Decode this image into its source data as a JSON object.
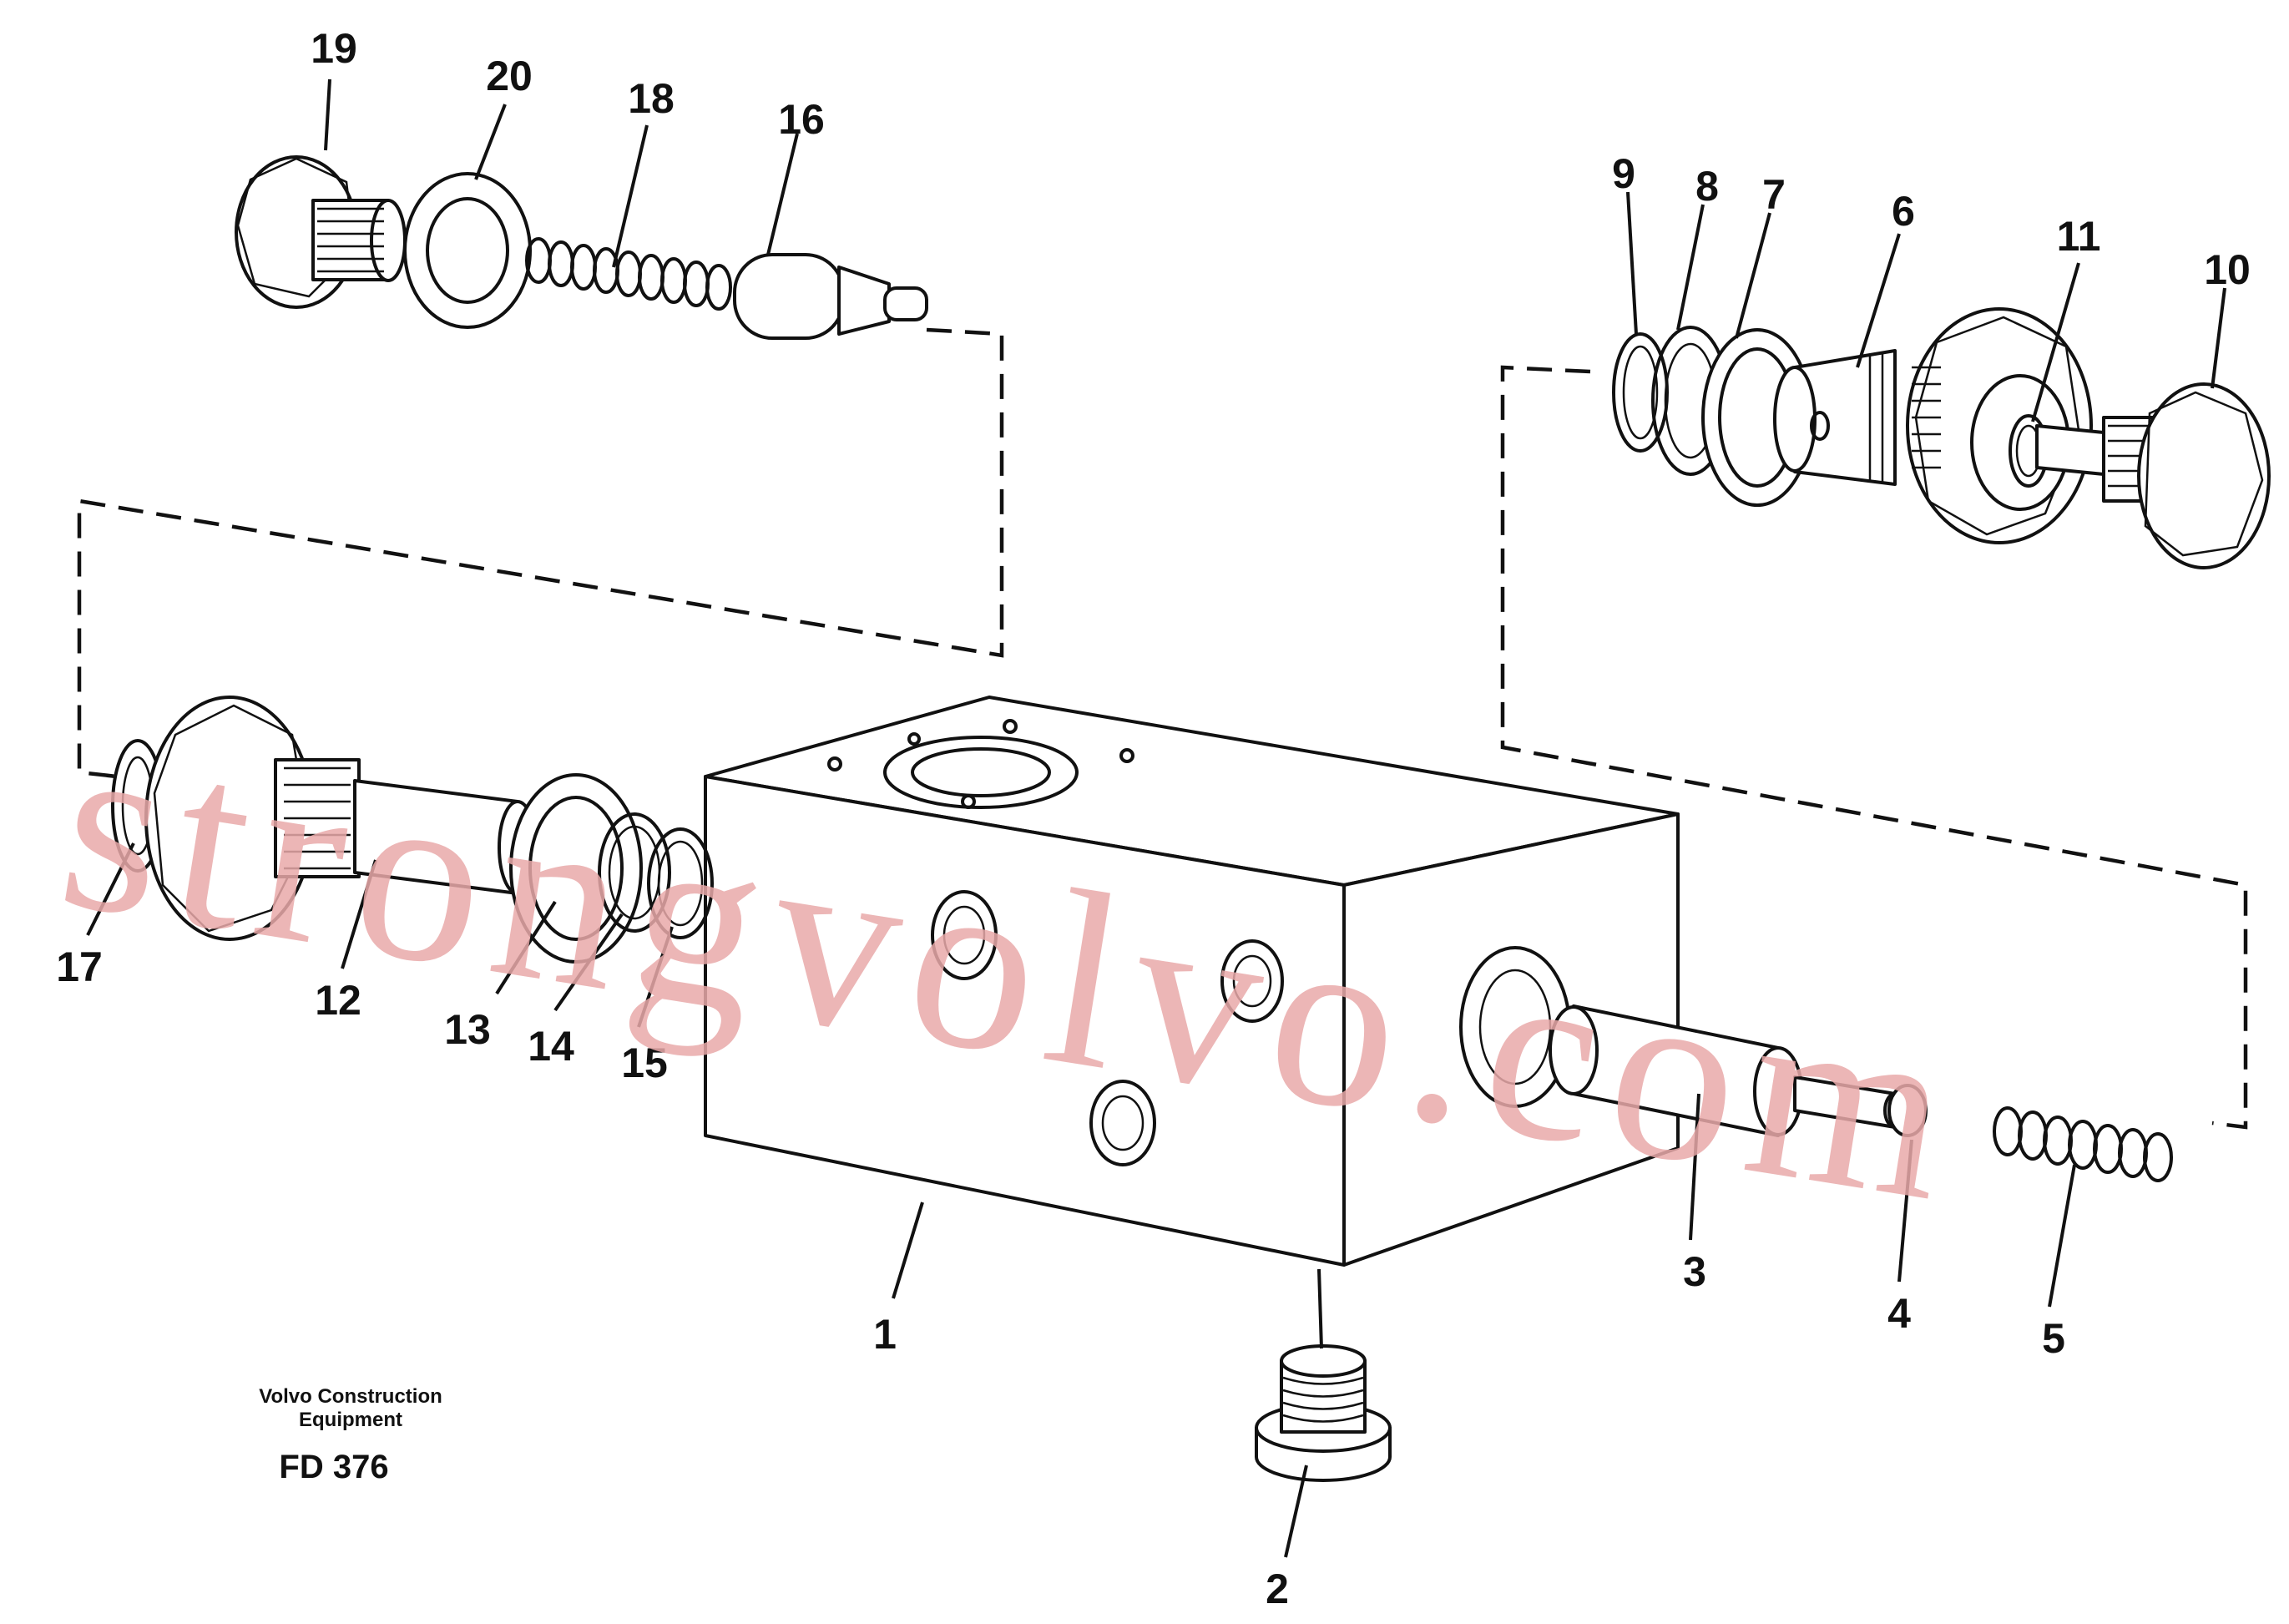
{
  "labels": {
    "p1": "1",
    "p2": "2",
    "p3": "3",
    "p4": "4",
    "p5": "5",
    "p6": "6",
    "p7": "7",
    "p8": "8",
    "p9": "9",
    "p10": "10",
    "p11": "11",
    "p12": "12",
    "p13": "13",
    "p14": "14",
    "p15": "15",
    "p16": "16",
    "p17": "17",
    "p18": "18",
    "p19": "19",
    "p20": "20"
  },
  "caption": {
    "line1": "Volvo Construction",
    "line2": "Equipment",
    "code": "FD 376"
  },
  "watermark": "strongvolvo.com",
  "colors": {
    "ink": "#111111",
    "watermark": "#e9a9a9",
    "background": "#ffffff"
  }
}
